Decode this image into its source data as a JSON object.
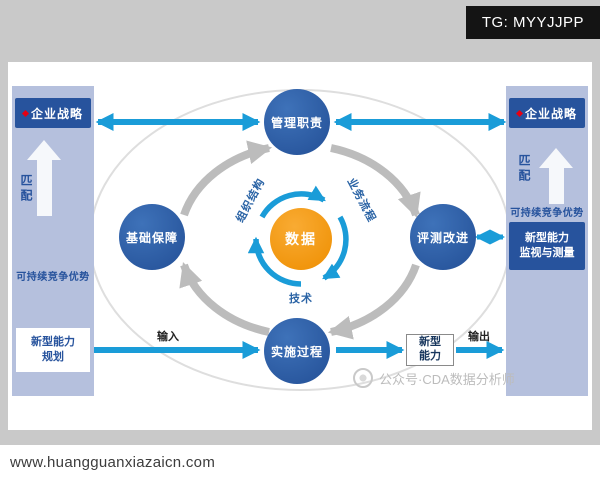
{
  "overlay": {
    "tg_label": "TG: MYYJJPP"
  },
  "footer": {
    "url": "www.huangguanxiazaicn.com"
  },
  "diagram": {
    "left_panel": {
      "strategy": "企业战略",
      "match": "匹配",
      "advantage": "可持续竞争优势",
      "planning_lines": [
        "新型能力",
        "规划"
      ]
    },
    "right_panel": {
      "strategy": "企业战略",
      "match": "匹配",
      "advantage": "可持续竞争优势",
      "monitoring_lines": [
        "新型能力",
        "监视与测量"
      ]
    },
    "nodes": {
      "management": "管理职责",
      "foundation": "基础保障",
      "evaluation": "评测改进",
      "implementation": "实施过程",
      "data": "数据"
    },
    "inner_labels": {
      "organization": "组织结构",
      "business": "业务流程",
      "technology": "技术"
    },
    "flow": {
      "input": "输入",
      "output": "输出",
      "capability_lines": [
        "新型",
        "能力"
      ]
    },
    "watermark": "公众号·CDA数据分析师",
    "colors": {
      "dark_blue": "#27539d",
      "orange": "#f0960f",
      "arrow_blue": "#1a9cd8",
      "panel_blue": "#b5c0dd",
      "gray_arrow": "#bcbcbc",
      "accent_red": "#e60012"
    }
  }
}
